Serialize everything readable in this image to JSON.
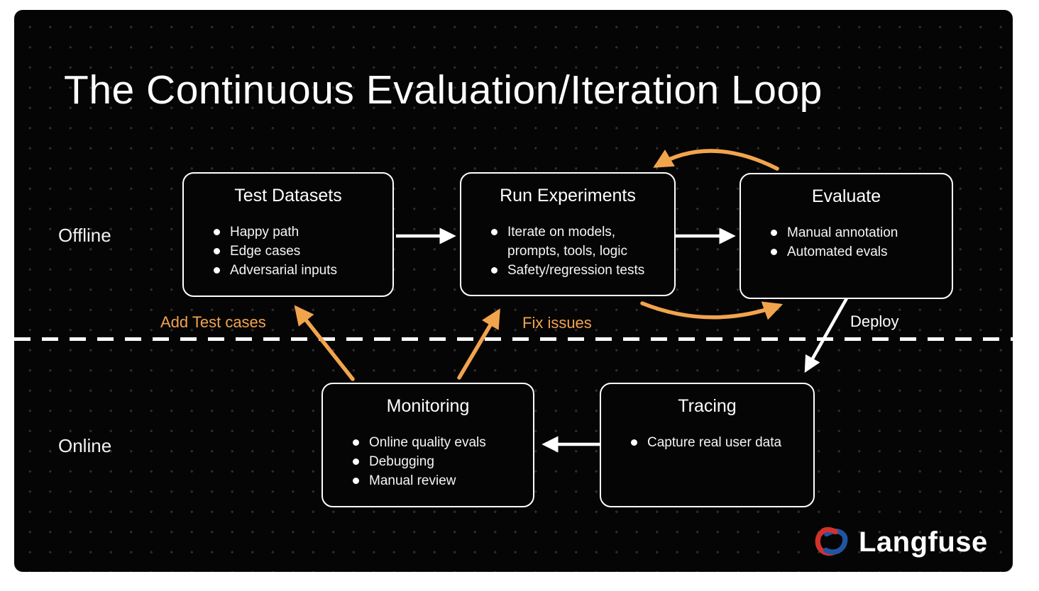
{
  "title": "The Continuous Evaluation/Iteration Loop",
  "lanes": {
    "offline": "Offline",
    "online": "Online"
  },
  "nodes": [
    {
      "id": "test-datasets",
      "title": "Test Datasets",
      "bullets": [
        "Happy path",
        "Edge cases",
        "Adversarial inputs"
      ]
    },
    {
      "id": "run-experiments",
      "title": "Run Experiments",
      "bullets": [
        "Iterate on models, prompts, tools, logic",
        "Safety/regression tests"
      ]
    },
    {
      "id": "evaluate",
      "title": "Evaluate",
      "bullets": [
        "Manual annotation",
        "Automated evals"
      ]
    },
    {
      "id": "monitoring",
      "title": "Monitoring",
      "bullets": [
        "Online quality evals",
        "Debugging",
        "Manual review"
      ]
    },
    {
      "id": "tracing",
      "title": "Tracing",
      "bullets": [
        "Capture real user data"
      ]
    }
  ],
  "edges": {
    "add_test_cases": "Add Test cases",
    "fix_issues": "Fix issues",
    "deploy": "Deploy"
  },
  "brand": {
    "name": "Langfuse"
  },
  "colors": {
    "accent_orange": "#F2A44D",
    "slide_background": "#050505",
    "line_white": "#FFFFFF",
    "logo_red": "#D2322D",
    "logo_blue": "#2155A3"
  }
}
